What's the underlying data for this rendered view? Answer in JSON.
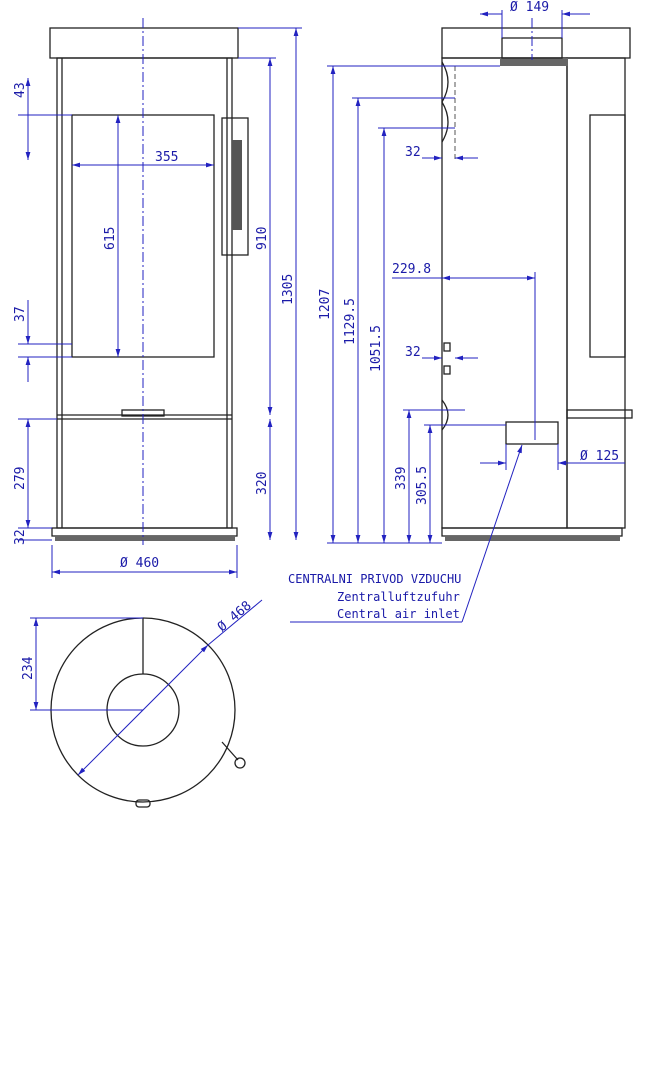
{
  "front_view": {
    "dims": {
      "top_offset": "43",
      "door_width": "355",
      "door_height": "615",
      "body_height": "910",
      "total_height": "1305",
      "bottom_offset": "37",
      "lower_panel": "279",
      "base_height": "32",
      "panel_height": "320",
      "diameter": "Ø 460"
    }
  },
  "side_view": {
    "dims": {
      "flue_diameter": "Ø 149",
      "flue_height": "1207",
      "outlet_1": "1129.5",
      "outlet_2": "1051.5",
      "rear_offset_top": "32",
      "air_inlet_offset": "229.8",
      "rear_offset_mid": "32",
      "inlet_height_1": "339",
      "inlet_height_2": "305.5",
      "inlet_diameter": "Ø 125"
    },
    "note": {
      "line1": "CENTRALNI PRIVOD VZDUCHU",
      "line2": "Zentralluftzufuhr",
      "line3": "Central air inlet"
    }
  },
  "top_view": {
    "dims": {
      "center_offset": "234",
      "diameter": "Ø 468"
    }
  },
  "colors": {
    "dimension": "#1a1aa8",
    "outline": "#222222"
  }
}
